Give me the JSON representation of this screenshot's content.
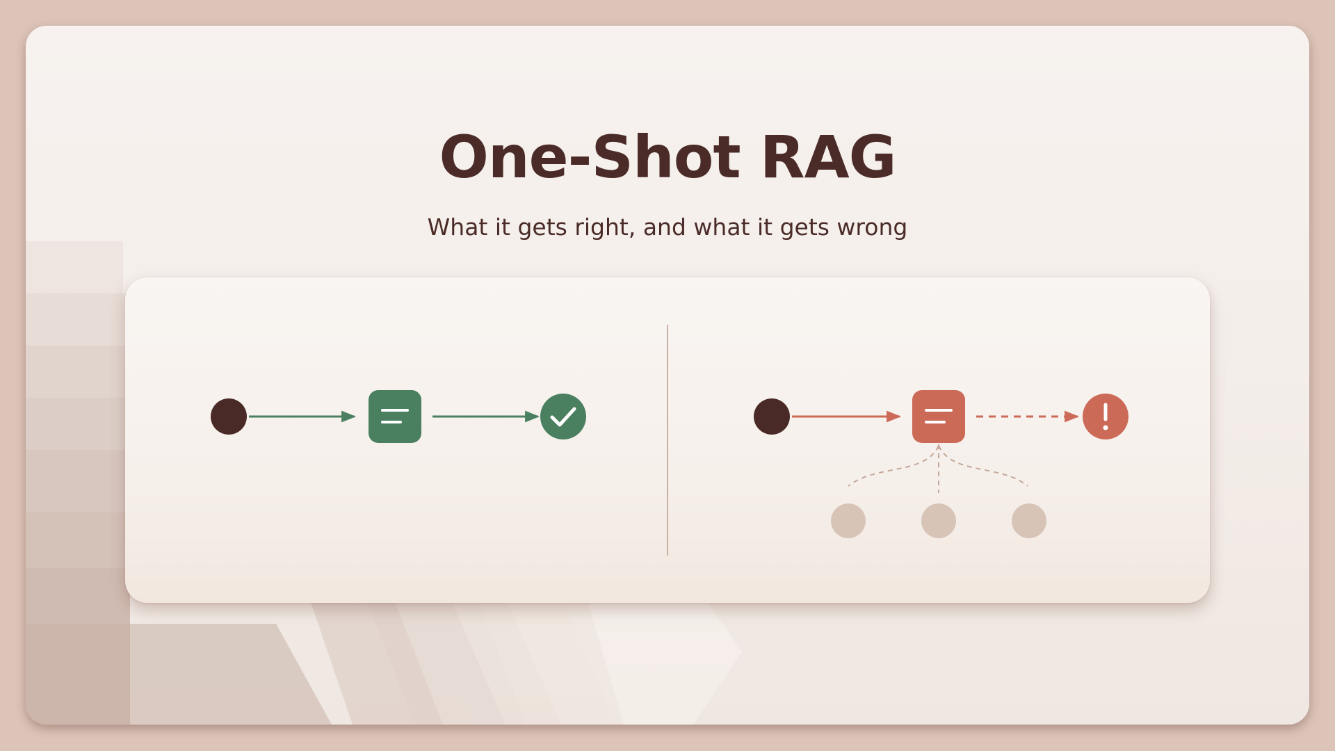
{
  "slide": {
    "title": "One-Shot RAG",
    "subtitle": "What it gets right, and what it gets wrong"
  },
  "colors": {
    "background": "#dcc4b8",
    "slide": "#f6f0ec",
    "text": "#4a2b27",
    "node_dark": "#4a2a26",
    "success": "#4a8060",
    "error": "#cc6a58",
    "muted_node": "#d8c4b7",
    "divider": "#c8b0a4"
  },
  "diagram": {
    "left_flow": {
      "description_icons": [
        "query-node",
        "document-icon",
        "check-icon"
      ],
      "arrow_style": "solid"
    },
    "right_flow": {
      "description_icons": [
        "query-node",
        "document-icon",
        "alert-icon"
      ],
      "arrow_style": "solid-then-dashed",
      "branch_nodes": 3
    }
  }
}
